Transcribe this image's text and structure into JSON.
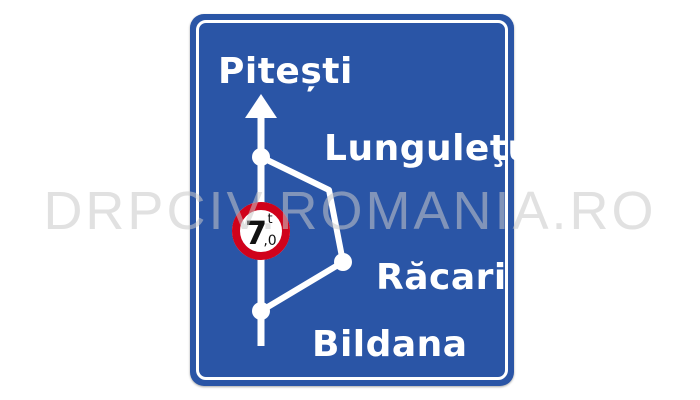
{
  "sign": {
    "destinations": {
      "straight": "Pitești",
      "first_exit": "Lunguleţu",
      "second_exit": "Răcari",
      "third_exit": "Bildana"
    },
    "weight_limit": {
      "main": "7",
      "sup": "t",
      "sub": ",0"
    },
    "colors": {
      "background": "#2a55a6",
      "border": "#ffffff",
      "prohibition_ring": "#d0021b"
    }
  },
  "watermark": "DRPCIV.ROMANIA.RO"
}
